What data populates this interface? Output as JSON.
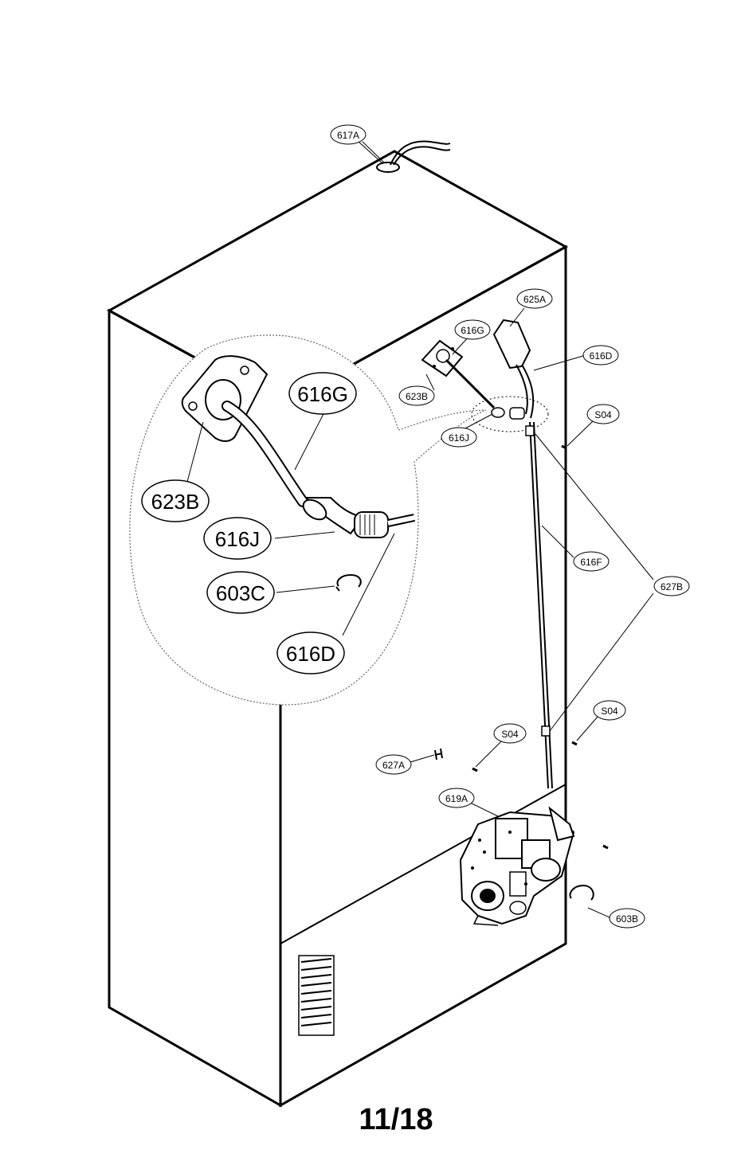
{
  "page_number": "11/18",
  "callouts_large": {
    "616G": "616G",
    "623B": "623B",
    "616J": "616J",
    "603C": "603C",
    "616D": "616D"
  },
  "callouts_small": {
    "617A": "617A",
    "625A": "625A",
    "616G": "616G",
    "616D": "616D",
    "623B": "623B",
    "S04_top": "S04",
    "616J": "616J",
    "616F": "616F",
    "627B": "627B",
    "S04_right": "S04",
    "S04_mid": "S04",
    "627A": "627A",
    "619A": "619A",
    "603B": "603B"
  }
}
